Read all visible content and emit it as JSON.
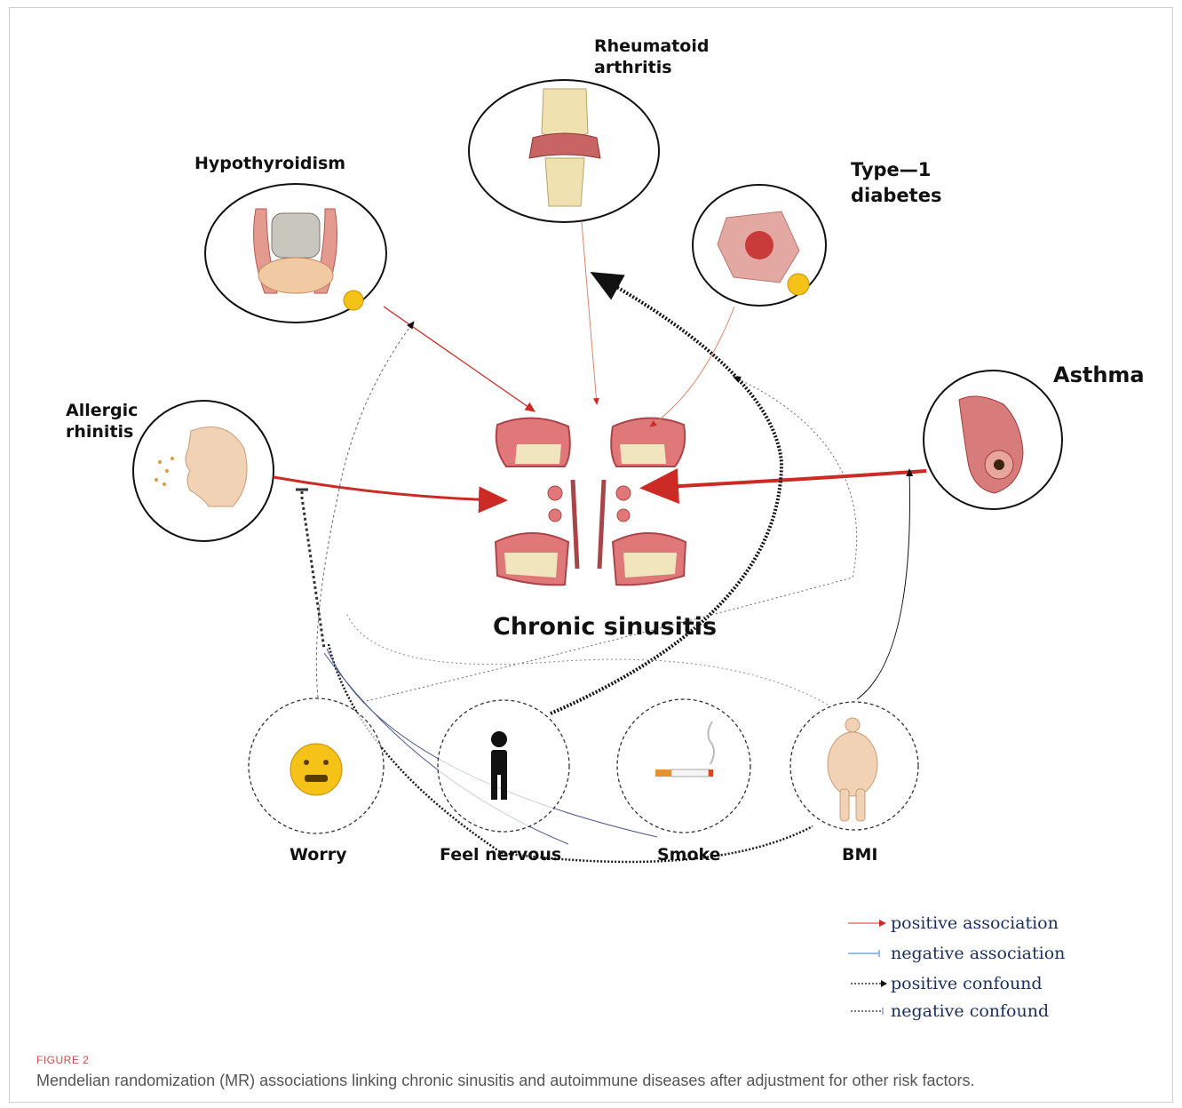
{
  "nodes": {
    "hypothyroidism": "Hypothyroidism",
    "rheumatoid": "Rheumatoid\narthritis",
    "type1": "Type—1\ndiabetes",
    "asthma": "Asthma",
    "allergic": "Allergic\nrhinitis",
    "center": "Chronic sinusitis",
    "worry": "Worry",
    "nervous": "Feel nervous",
    "smoke": "Smoke",
    "bmi": "BMI"
  },
  "legend": [
    {
      "label": "positive association",
      "color": "#e07b5e"
    },
    {
      "label": "negative association",
      "color": "#7ea6d8"
    },
    {
      "label": "positive confound",
      "color": "#333333"
    },
    {
      "label": "negative confound",
      "color": "#555555"
    }
  ],
  "figure": {
    "label": "FIGURE 2",
    "caption": "Mendelian randomization (MR) associations linking chronic sinusitis and autoimmune diseases after adjustment for other risk factors."
  },
  "colors": {
    "positive": "#cc2a24",
    "accent": "#c0504d",
    "negative": "#7ea6d8"
  }
}
